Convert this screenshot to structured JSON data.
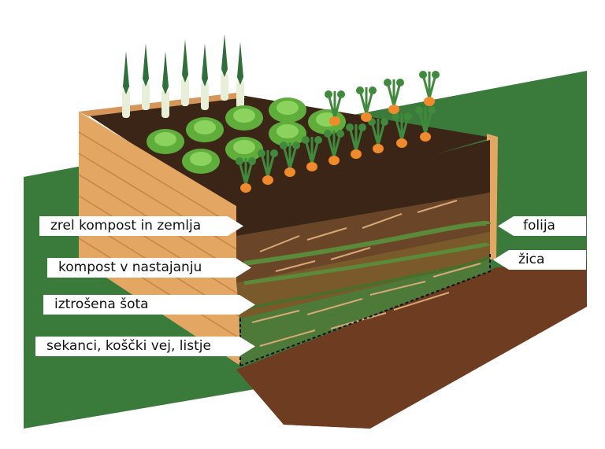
{
  "labels": {
    "left": [
      "zrel kompost in zemlja",
      "kompost v nastajanju",
      "iztrošena šota",
      "sekanci, koščki vej, listje"
    ],
    "right": [
      "folija",
      "žica"
    ]
  },
  "colors": {
    "grass": "#3a7a3a",
    "path": "#6b3a1f",
    "wood": "#e3a663",
    "wood_dark": "#c8844a",
    "soil": "#3b2516",
    "compost": "#6b4527",
    "peat": "#7a5a2a",
    "chips": "#4d7a38",
    "leek_leaf": "#2e6f3a",
    "leek_stem": "#e8efd9",
    "lettuce": "#5fae3c",
    "carrot": "#f08a2a",
    "carrot_leaf": "#3f8a3c"
  },
  "icons": [
    "leek-icon",
    "lettuce-icon",
    "carrot-icon"
  ]
}
